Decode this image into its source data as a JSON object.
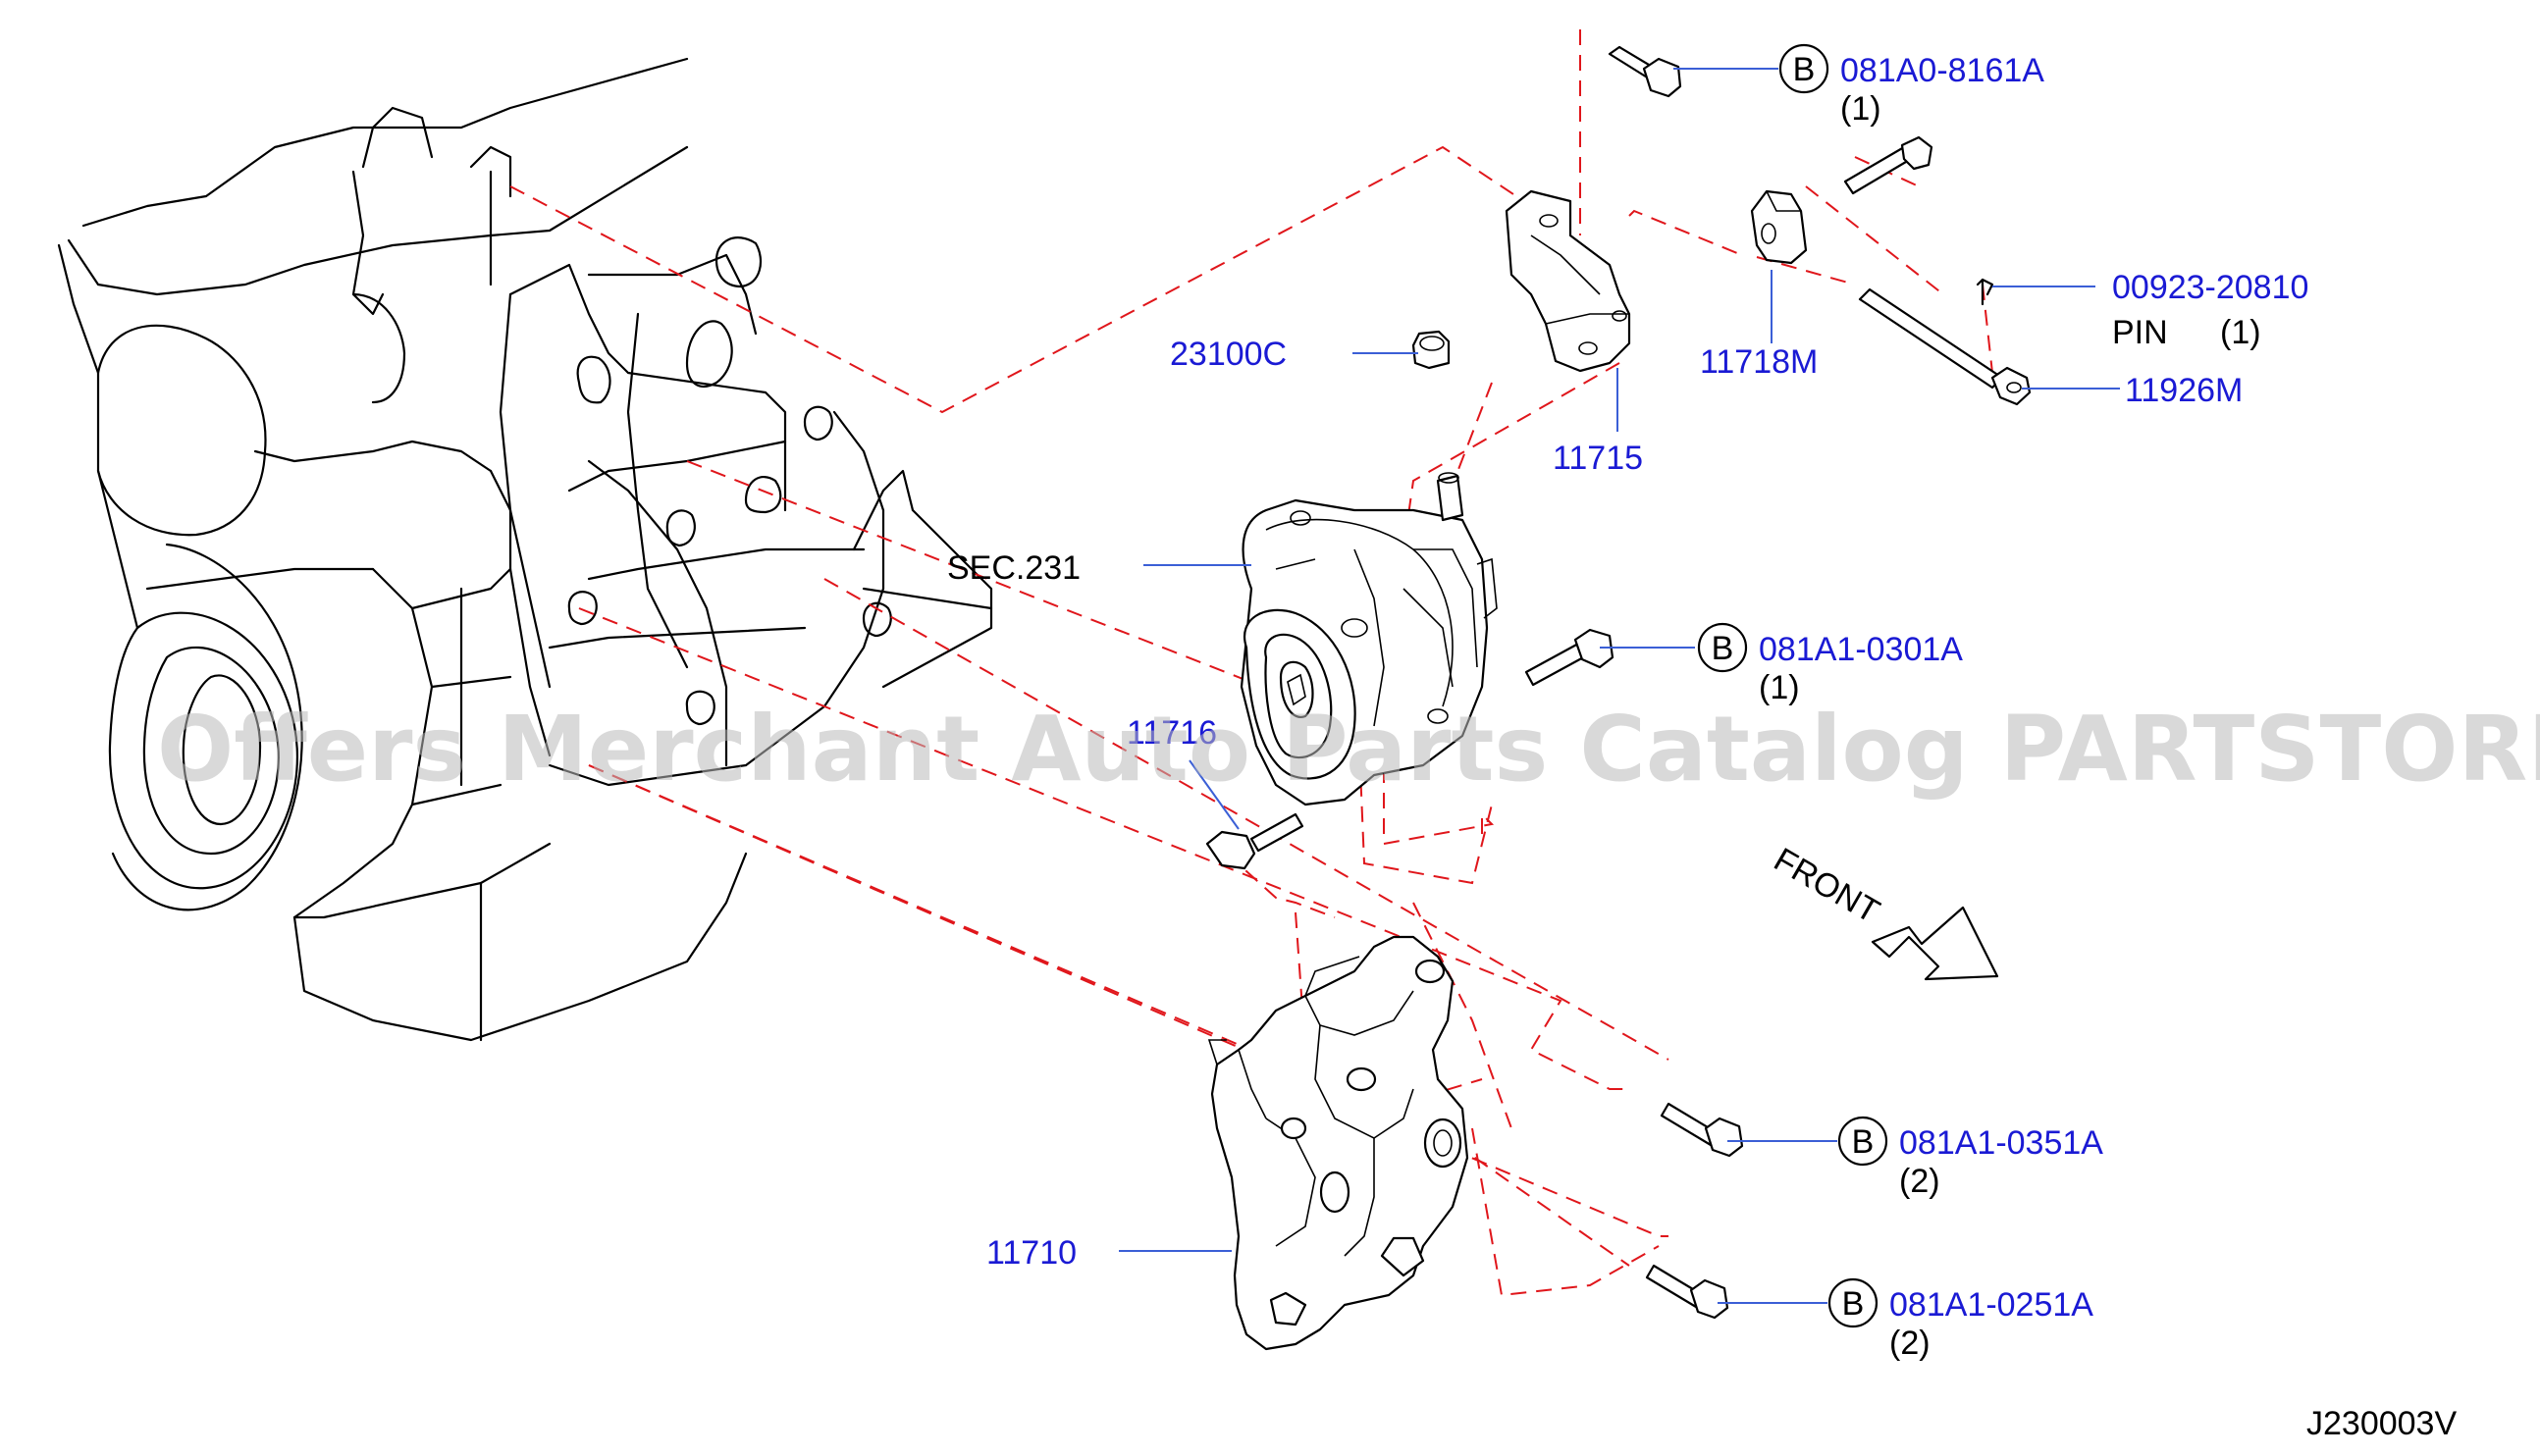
{
  "diagram_code": "J230003V",
  "watermark": "Offers Merchant Auto Parts Catalog PARTSTORE.SA",
  "direction": {
    "label": "FRONT",
    "icon": "arrow-icon"
  },
  "colors": {
    "part_number": "#1a1ad4",
    "dashed_guides": "#e0161b",
    "leader": "#3b5fd6"
  },
  "bolt_refs": [
    {
      "badge": "B",
      "part": "081A0-8161A",
      "qty": "(1)"
    },
    {
      "badge": "B",
      "part": "081A1-0301A",
      "qty": "(1)"
    },
    {
      "badge": "B",
      "part": "081A1-0351A",
      "qty": "(2)"
    },
    {
      "badge": "B",
      "part": "081A1-0251A",
      "qty": "(2)"
    }
  ],
  "pin": {
    "part": "00923-20810",
    "name": "PIN",
    "qty": "(1)"
  },
  "callouts": {
    "p11718m": "11718M",
    "p11926m": "11926M",
    "p23100c": "23100C",
    "p11715": "11715",
    "sec231": "SEC.231",
    "p11716": "11716",
    "p11710": "11710"
  }
}
